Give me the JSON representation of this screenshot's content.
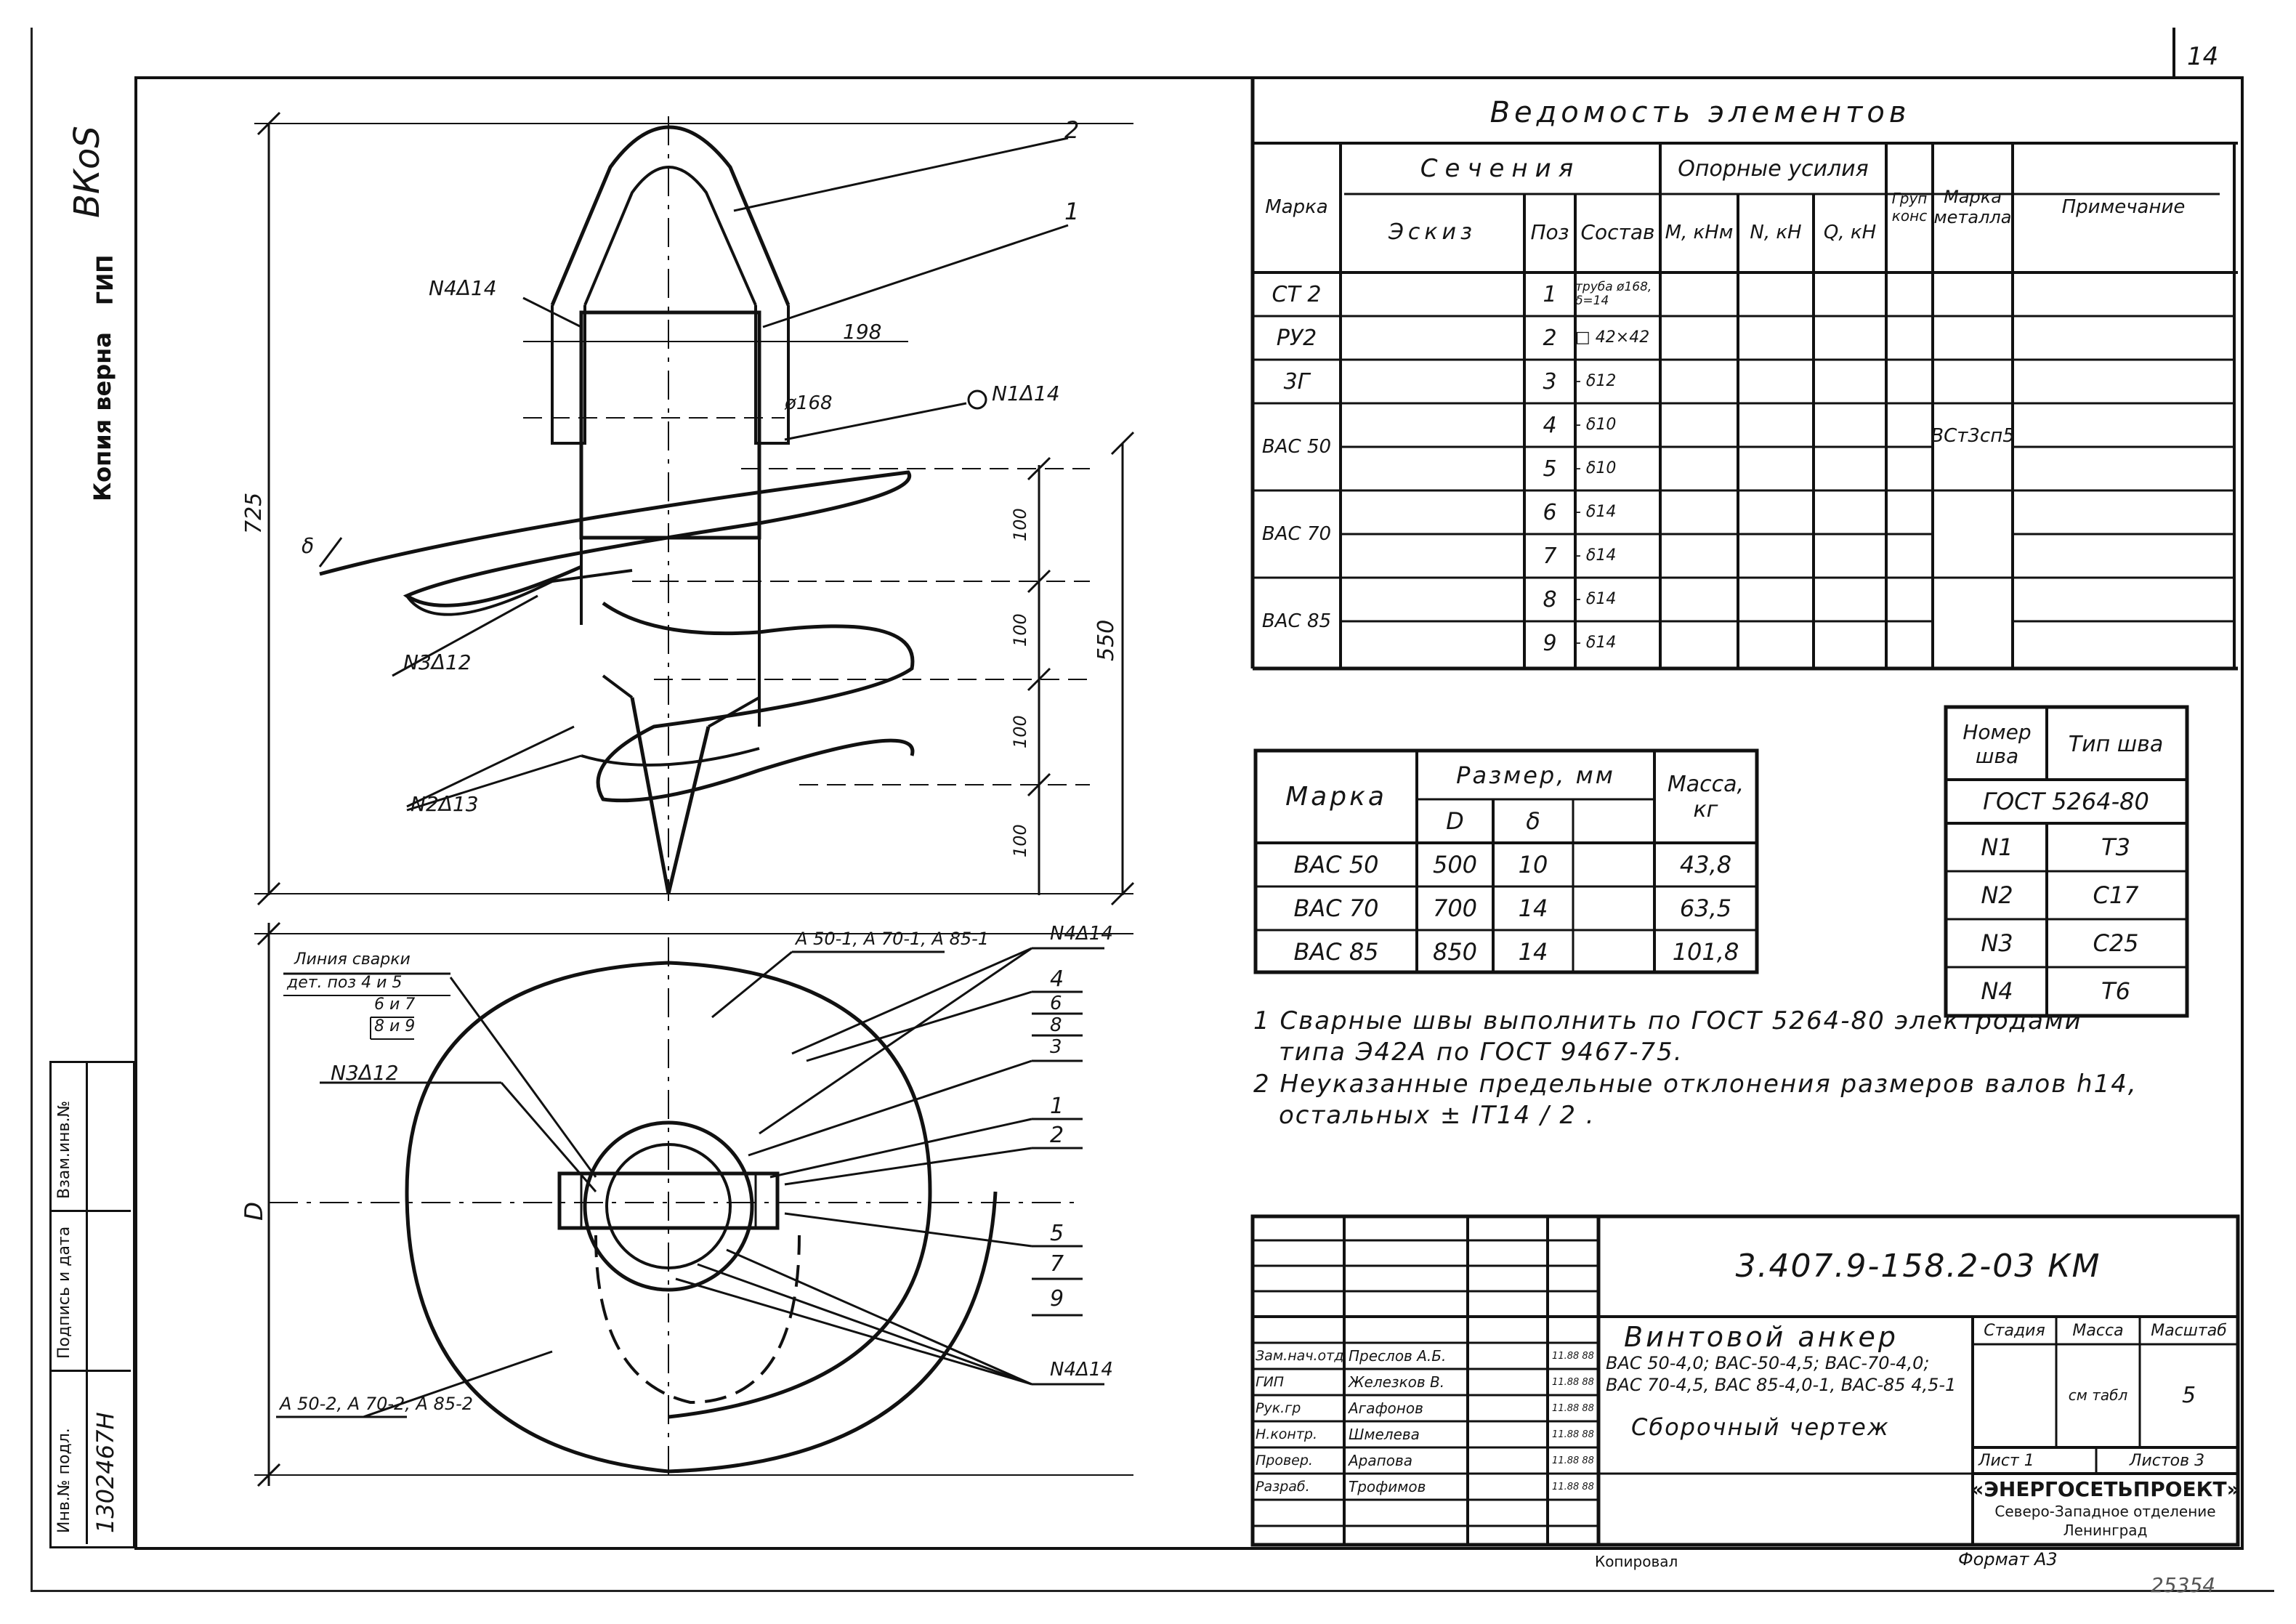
{
  "sheet_number": "14",
  "corner_signature": "ВКоS",
  "copy_stamp": {
    "label": "Копия верна",
    "role": "ГИП"
  },
  "left_stamp": {
    "inv_label": "Инв.№ подл.",
    "inv_value": "1302467Н",
    "signature_label": "Подпись и дата",
    "replace_label": "Взам.инв.№"
  },
  "drawing": {
    "top_view": {
      "dims": {
        "overall_height": "725",
        "lower_height": "550",
        "pitch": [
          "100",
          "100",
          "100",
          "100"
        ],
        "tube_width": "198",
        "tube_dia": "ø168",
        "delta": "δ"
      },
      "callouts": {
        "c2": "2",
        "c1": "1",
        "weld_left": "N4Δ14",
        "weld_right": "N1Δ14",
        "weld3": "N3Δ12",
        "weld2": "N2Δ13"
      }
    },
    "plan_view": {
      "dim_d": "D",
      "welding_line_label": "Линия сварки",
      "welding_line_parts": "дет. поз 4 и 5",
      "weld_pairs": [
        "6 и 7",
        "8 и 9"
      ],
      "weld3": "N3Δ12",
      "top_callout": "А 50-1, А 70-1, А 85-1",
      "bottom_callout": "А 50-2, А 70-2, А 85-2",
      "weld4_top": "N4Δ14",
      "weld4_bottom": "N4Δ14",
      "pos_top": [
        "4",
        "6",
        "8",
        "3",
        "1",
        "2"
      ],
      "pos_bottom": [
        "5",
        "7",
        "9"
      ]
    }
  },
  "elements_table": {
    "title": "Ведомость элементов",
    "headers": {
      "mark": "Марка",
      "sections": "Сечения",
      "sketch": "Эскиз",
      "pos": "Поз",
      "composition": "Состав",
      "forces": "Опорные усилия",
      "m": "M, кНм",
      "n": "N, кН",
      "q": "Q, кН",
      "group": "Груп конс",
      "steel": "Марка металла",
      "note": "Примечание"
    },
    "marks": [
      "СТ 2",
      "РУ2",
      "3Г",
      "ВАС 50",
      "ВАС 70",
      "ВАС 85"
    ],
    "rows": [
      {
        "pos": "1",
        "comp": "труба ø168, δ=14"
      },
      {
        "pos": "2",
        "comp": "□ 42×42"
      },
      {
        "pos": "3",
        "comp": "- δ12"
      },
      {
        "pos": "4",
        "comp": "- δ10"
      },
      {
        "pos": "5",
        "comp": "- δ10"
      },
      {
        "pos": "6",
        "comp": "- δ14"
      },
      {
        "pos": "7",
        "comp": "- δ14"
      },
      {
        "pos": "8",
        "comp": "- δ14"
      },
      {
        "pos": "9",
        "comp": "- δ14"
      }
    ],
    "steel_value": "ВСт3сп5"
  },
  "size_table": {
    "headers": {
      "mark": "Марка",
      "size": "Размер, мм",
      "d": "D",
      "delta": "δ",
      "mass": "Масса, кг"
    },
    "rows": [
      {
        "mark": "ВАС 50",
        "d": "500",
        "delta": "10",
        "mass": "43,8"
      },
      {
        "mark": "ВАС 70",
        "d": "700",
        "delta": "14",
        "mass": "63,5"
      },
      {
        "mark": "ВАС 85",
        "d": "850",
        "delta": "14",
        "mass": "101,8"
      }
    ]
  },
  "weld_table": {
    "headers": {
      "num": "Номер шва",
      "type": "Тип шва",
      "gost": "ГОСТ 5264-80"
    },
    "rows": [
      {
        "num": "N1",
        "type": "Т3"
      },
      {
        "num": "N2",
        "type": "С17"
      },
      {
        "num": "N3",
        "type": "С25"
      },
      {
        "num": "N4",
        "type": "Т6"
      }
    ]
  },
  "notes": [
    "1 Сварные швы выполнить по ГОСТ 5264-80 электродами",
    "типа Э42А по ГОСТ 9467-75.",
    "2 Неуказанные предельные отклонения размеров валов h14,",
    "остальных ± IT14 / 2 ."
  ],
  "title_block": {
    "code": "3.407.9-158.2-03 КМ",
    "title": "Винтовой анкер",
    "variants": [
      "ВАС 50-4,0; ВАС-50-4,5; ВАС-70-4,0;",
      "ВАС 70-4,5, ВАС 85-4,0-1, ВАС-85 4,5-1"
    ],
    "drawing_type": "Сборочный чертеж",
    "stage_label": "Стадия",
    "mass_label": "Масса",
    "scale_label": "Масштаб",
    "mass_value": "см табл",
    "scale_value": "5",
    "sheet_label": "Лист 1",
    "sheets_label": "Листов 3",
    "org": "«ЭНЕРГОСЕТЬПРОЕКТ»",
    "org_sub": "Северо-Западное отделение",
    "org_city": "Ленинград",
    "signers": [
      {
        "role": "Зам.нач.отд",
        "name": "Преслов А.Б.",
        "date": "11.88 88"
      },
      {
        "role": "ГИП",
        "name": "Железков В.",
        "date": "11.88 88"
      },
      {
        "role": "Рук.гр",
        "name": "Агафонов",
        "date": "11.88 88"
      },
      {
        "role": "Н.контр.",
        "name": "Шмелева",
        "date": "11.88 88"
      },
      {
        "role": "Провер.",
        "name": "Арапова",
        "date": "11.88 88"
      },
      {
        "role": "Разраб.",
        "name": "Трофимов",
        "date": "11.88 88"
      }
    ],
    "copied_label": "Копировал",
    "format_label": "Формат А3"
  },
  "bottom_number": "25354"
}
